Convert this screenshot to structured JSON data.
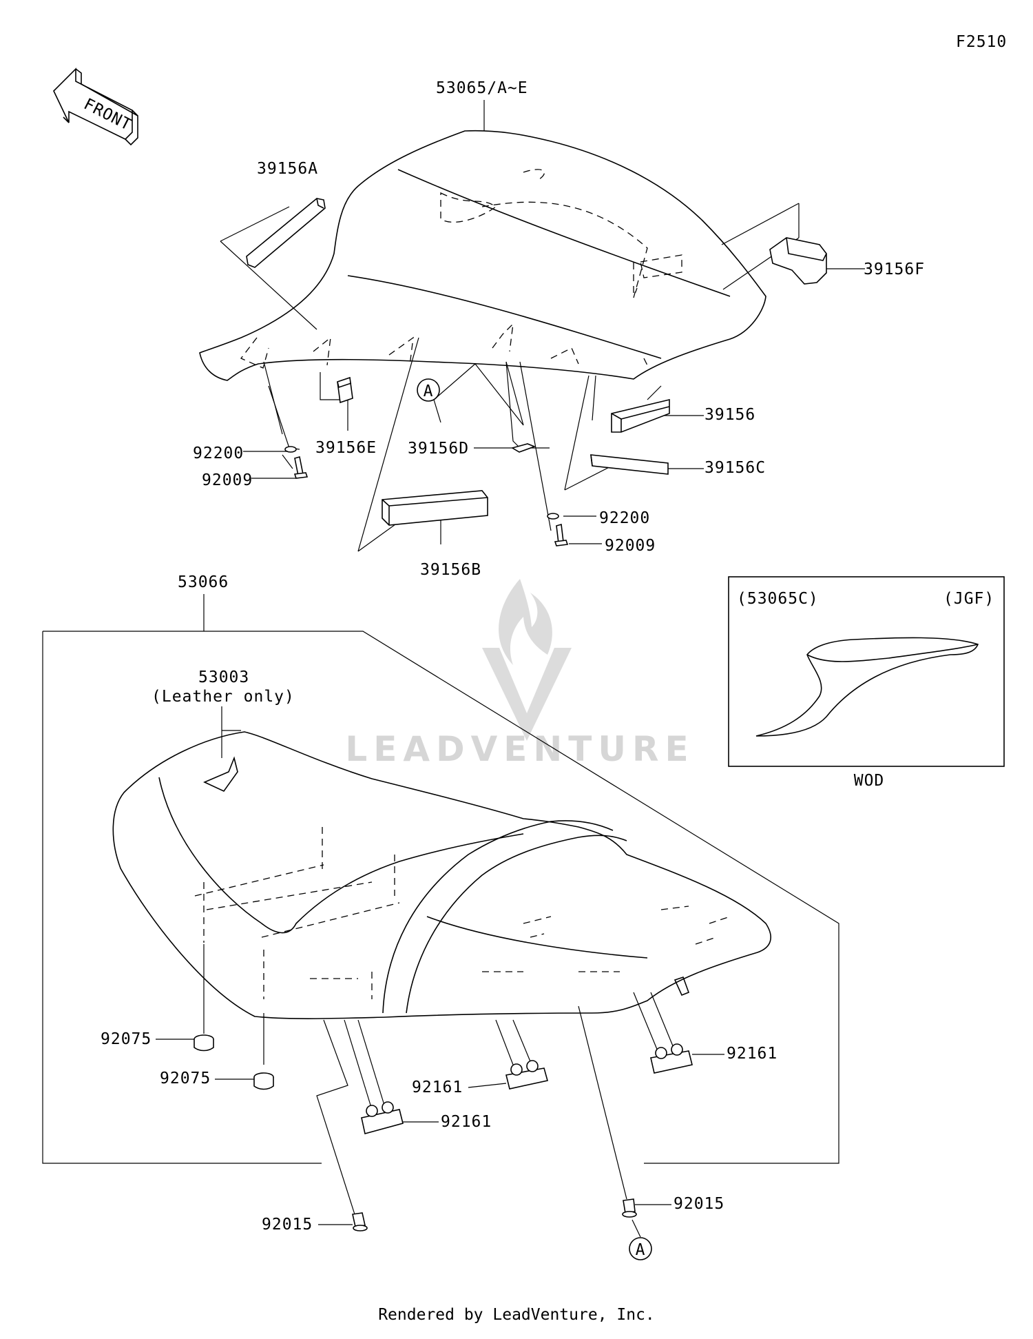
{
  "figure_code": "F2510",
  "front_label": "FRONT",
  "watermark": "LEADVENTURE",
  "footer": "Rendered by LeadVenture, Inc.",
  "callout_marker": "A",
  "upper_assembly": {
    "main_part": "53065/A~E",
    "parts": [
      "39156A",
      "39156F",
      "39156",
      "39156C",
      "39156E",
      "39156D",
      "39156B",
      "92200",
      "92009"
    ]
  },
  "lower_assembly": {
    "main_part": "53066",
    "leather_part": "53003",
    "leather_note": "(Leather only)",
    "parts": [
      "92075",
      "92161",
      "92015"
    ]
  },
  "inset": {
    "part_ref": "(53065C)",
    "market": "(JGF)",
    "caption": "WOD"
  },
  "icons": [
    "front-arrow-icon",
    "callout-circle-icon",
    "watermark-flame-logo"
  ]
}
